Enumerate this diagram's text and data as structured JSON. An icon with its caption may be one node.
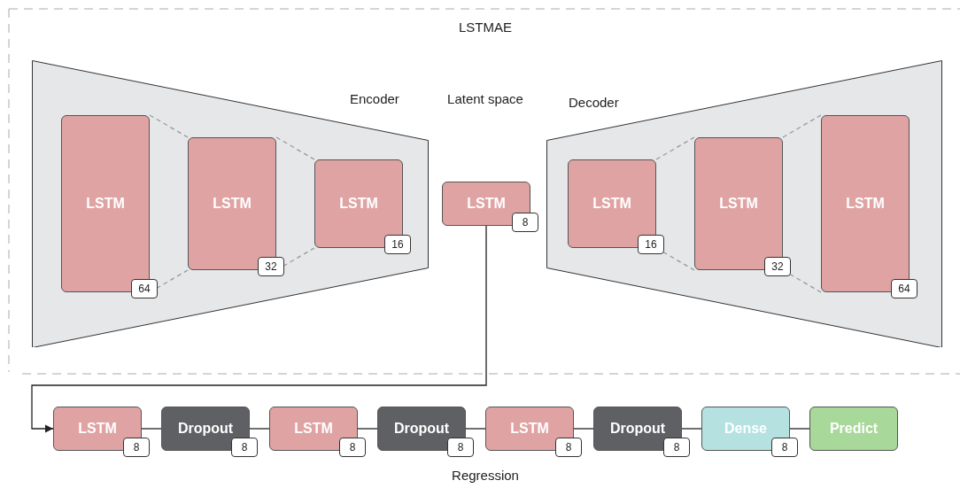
{
  "diagram": {
    "nodes": [
      {
        "text": [
          "Encoder"
        ]
      },
      {
        "text": [
          "LSTM",
          "64"
        ],
        "in": 0
      },
      {
        "text": [
          "LSTM",
          "32"
        ],
        "in": 0
      },
      {
        "text": [
          "LSTM",
          "16"
        ],
        "in": 0
      },
      {
        "text": [
          "LSTM",
          "8"
        ]
      },
      {
        "text": [
          "Decoder"
        ]
      },
      {
        "text": [
          "LSTM",
          "16"
        ],
        "in": 5
      },
      {
        "text": [
          "LSTM",
          "32"
        ],
        "in": 5
      },
      {
        "text": [
          "LSTM",
          "64"
        ],
        "in": 5
      },
      {
        "text": [
          "LSTM",
          "8"
        ]
      },
      {
        "text": [
          "Dropout",
          "8"
        ]
      },
      {
        "text": [
          "LSTM",
          "8"
        ]
      },
      {
        "text": [
          "Dropout",
          "8"
        ]
      },
      {
        "text": [
          "LSTM",
          "8"
        ]
      },
      {
        "text": [
          "Dropout",
          "8"
        ]
      },
      {
        "text": [
          "Dense",
          "8"
        ]
      },
      {
        "text": [
          "Predict"
        ]
      }
    ],
    "edges": [
      {
        "from": 1,
        "to": 2,
        "arrow": "none",
        "style": "dashed",
        "color": "#999999"
      },
      {
        "from": 1,
        "to": 2,
        "arrow": "none",
        "style": "dashed",
        "color": "#999999"
      },
      {
        "from": 2,
        "to": 3,
        "arrow": "none",
        "style": "dashed",
        "color": "#999999"
      },
      {
        "from": 2,
        "to": 3,
        "arrow": "none",
        "style": "dashed",
        "color": "#999999"
      },
      {
        "from": 6,
        "to": 7,
        "arrow": "none",
        "style": "dashed",
        "color": "#999999"
      },
      {
        "from": 6,
        "to": 7,
        "arrow": "none",
        "style": "dashed",
        "color": "#999999"
      },
      {
        "from": 7,
        "to": 8,
        "arrow": "none",
        "style": "dashed",
        "color": "#999999"
      },
      {
        "from": 7,
        "to": 8,
        "arrow": "none",
        "style": "dashed",
        "color": "#999999"
      },
      {
        "from": 4,
        "to": 9,
        "arrow": "to",
        "color": "#222222"
      },
      {
        "from": 9,
        "to": 10,
        "arrow": "none",
        "color": "#222222"
      },
      {
        "from": 10,
        "to": 11,
        "arrow": "none",
        "color": "#222222"
      },
      {
        "from": 11,
        "to": 12,
        "arrow": "none",
        "color": "#222222"
      },
      {
        "from": 12,
        "to": 13,
        "arrow": "none",
        "color": "#222222"
      },
      {
        "from": 13,
        "to": 14,
        "arrow": "none",
        "color": "#222222"
      },
      {
        "from": 14,
        "to": 15,
        "arrow": "none",
        "color": "#222222"
      },
      {
        "from": 15,
        "to": 16,
        "arrow": "none",
        "color": "#222222"
      }
    ],
    "labels": [
      "LSTMAE",
      "Latent space",
      "Regression"
    ]
  }
}
